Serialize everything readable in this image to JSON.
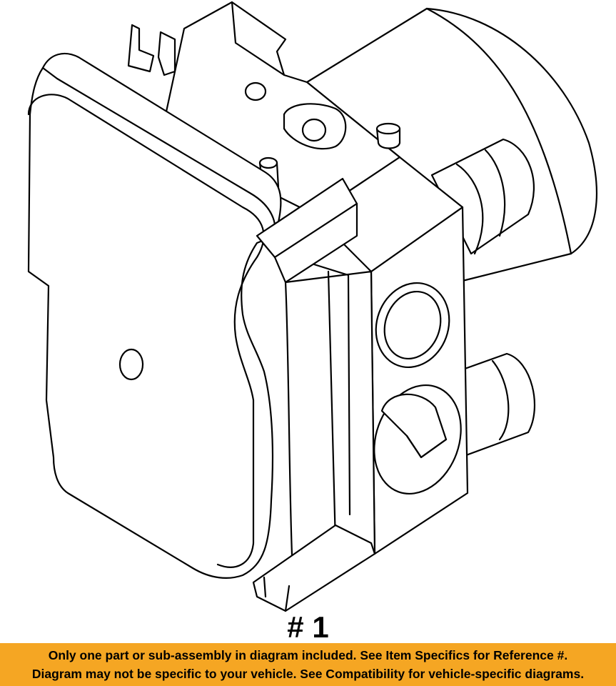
{
  "diagram": {
    "part_label": "# 1",
    "banner_color": "#f5a623"
  },
  "banner": {
    "line1": "Only one part or sub-assembly in diagram included. See Item Specifics for Reference #.",
    "line2": "Diagram may not be specific to your vehicle. See Compatibility for vehicle-specific diagrams."
  }
}
